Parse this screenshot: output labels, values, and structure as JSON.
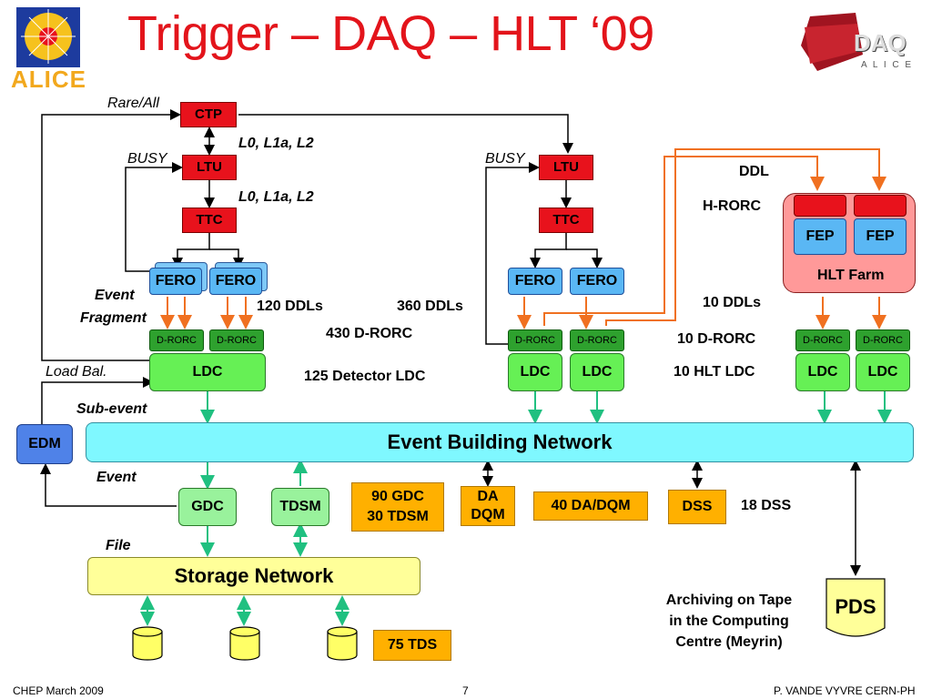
{
  "title": "Trigger – DAQ – HLT ‘09",
  "logos": {
    "left": "ALICE",
    "right_top": "DAQ",
    "right_bottom": "A L I C E"
  },
  "labels": {
    "rare_all": "Rare/All",
    "ctp": "CTP",
    "l0_1": "L0, L1a, L2",
    "l0_2": "L0, L1a, L2",
    "busy_left": "BUSY",
    "busy_right": "BUSY",
    "ltu": "LTU",
    "ttc": "TTC",
    "fero": "FERO",
    "event_fragment_1": "Event",
    "event_fragment_2": "Fragment",
    "ddls_120": "120 DDLs",
    "ddls_360": "360 DDLs",
    "drorc_430": "430 D-RORC",
    "detector_ldc": "125 Detector LDC",
    "drorc": "D-RORC",
    "ldc": "LDC",
    "load_bal": "Load Bal.",
    "sub_event": "Sub-event",
    "edm": "EDM",
    "ebn": "Event Building Network",
    "event": "Event",
    "gdc": "GDC",
    "tdsm": "TDSM",
    "gdc_tdsm_1": "90 GDC",
    "gdc_tdsm_2": "30 TDSM",
    "da_1": "DA",
    "da_2": "DQM",
    "da_dqm_40": "40 DA/DQM",
    "dss": "DSS",
    "dss_18": "18 DSS",
    "file": "File",
    "storage": "Storage Network",
    "tds_75": "75 TDS",
    "archiving_1": "Archiving on Tape",
    "archiving_2": "in the Computing",
    "archiving_3": "Centre (Meyrin)",
    "pds": "PDS",
    "ddl": "DDL",
    "hrorc": "H-RORC",
    "fep": "FEP",
    "hlt_farm": "HLT Farm",
    "ddls_10": "10 DDLs",
    "drorc_10": "10 D-RORC",
    "hlt_ldc_10": "10 HLT LDC"
  },
  "footer": {
    "left": "CHEP March 2009",
    "center": "7",
    "right": "P. VANDE VYVRE CERN-PH"
  },
  "colors": {
    "title": "#e3141b",
    "trigger": "#e8121c",
    "fero": "#5ab7f4",
    "ldc": "#66f055",
    "ebn": "#7ff8ff",
    "storage": "#ffff99",
    "orange": "#ffb000",
    "hlt": "#ff9999",
    "arrow_orange": "#f07020",
    "arrow_green": "#20c080"
  }
}
